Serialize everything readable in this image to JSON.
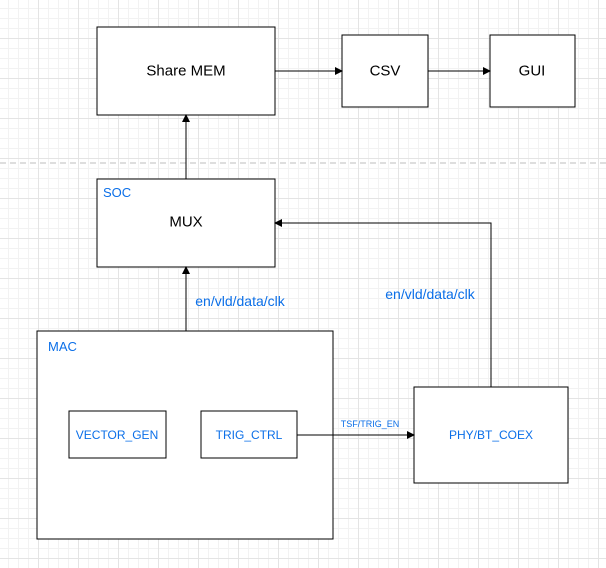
{
  "colors": {
    "line": "#000000",
    "accent_text": "#0b6fe8",
    "divider": "#bdbdbd",
    "grid": "#e4e4e4"
  },
  "nodes": {
    "share_mem": "Share MEM",
    "csv": "CSV",
    "gui": "GUI",
    "soc_container": "SOC",
    "mux": "MUX",
    "mac_container": "MAC",
    "vector_gen": "VECTOR_GEN",
    "trig_ctrl": "TRIG_CTRL",
    "phy_bt_coex": "PHY/BT_COEX"
  },
  "edges": {
    "mac_to_mux": "en/vld/data/clk",
    "phy_to_mux": "en/vld/data/clk",
    "trig_to_phy": "TSF/TRIG_EN"
  }
}
